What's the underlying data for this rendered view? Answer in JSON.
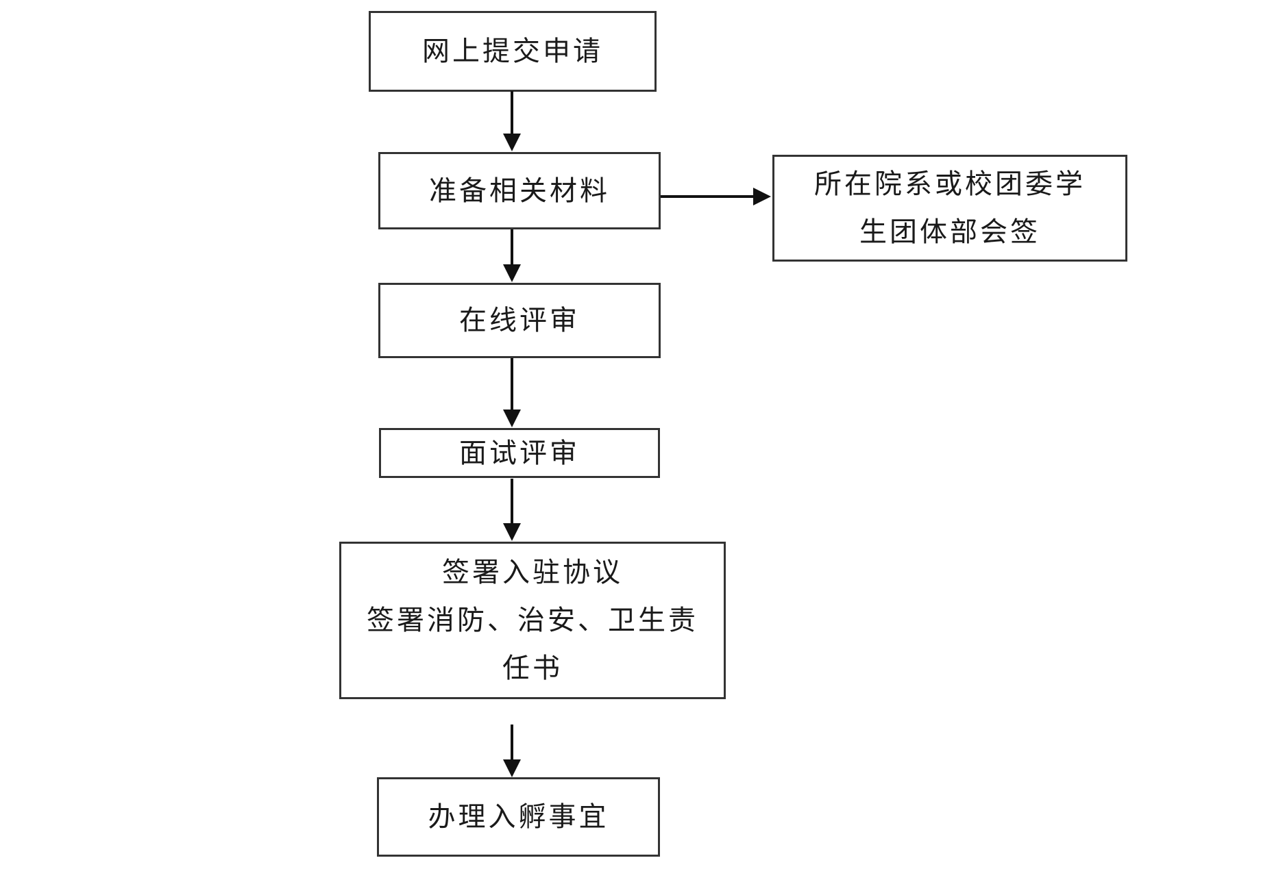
{
  "flowchart": {
    "description": "application and incubation entry process flowchart",
    "nodes": {
      "submit": {
        "label": "网上提交申请"
      },
      "prepare": {
        "label": "准备相关材料"
      },
      "countersign": {
        "line1": "所在院系或校团委学",
        "line2": "生团体部会签"
      },
      "online_review": {
        "label": "在线评审"
      },
      "interview_review": {
        "label": "面试评审"
      },
      "sign_agreement": {
        "line1": "签署入驻协议",
        "line2": "签署消防、治安、卫生责",
        "line3": "任书"
      },
      "incubation": {
        "label": "办理入孵事宜"
      }
    },
    "colors": {
      "background": "#ffffff",
      "box_border": "#333333",
      "text": "#1a1a1a",
      "arrow": "#111111"
    }
  }
}
